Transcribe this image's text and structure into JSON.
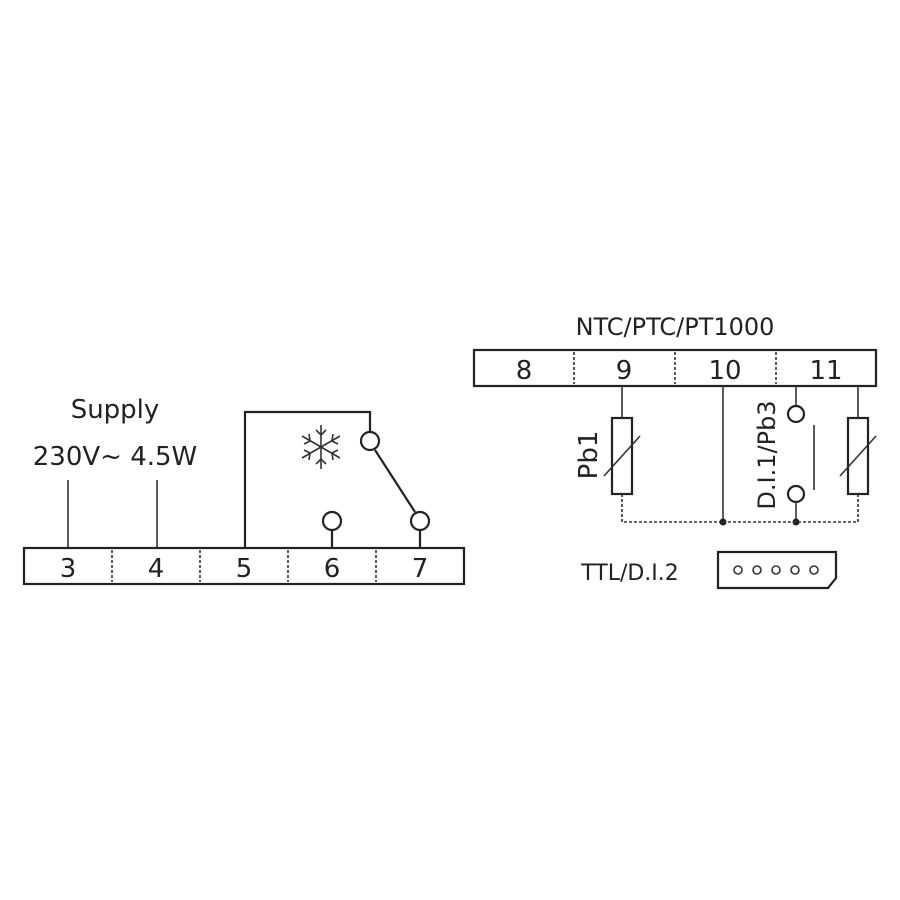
{
  "supply": {
    "label": "Supply",
    "rating": "230V~ 4.5W"
  },
  "left_terminals": [
    "3",
    "4",
    "5",
    "6",
    "7"
  ],
  "right_terminals": [
    "8",
    "9",
    "10",
    "11"
  ],
  "probe_header": "NTC/PTC/PT1000",
  "probe1_label": "Pb1",
  "input_label": "D.I.1/Pb3",
  "ttl_label": "TTL/D.I.2",
  "relay_icon": "snowflake-icon",
  "colors": {
    "ink": "#222222",
    "background": "#ffffff"
  }
}
